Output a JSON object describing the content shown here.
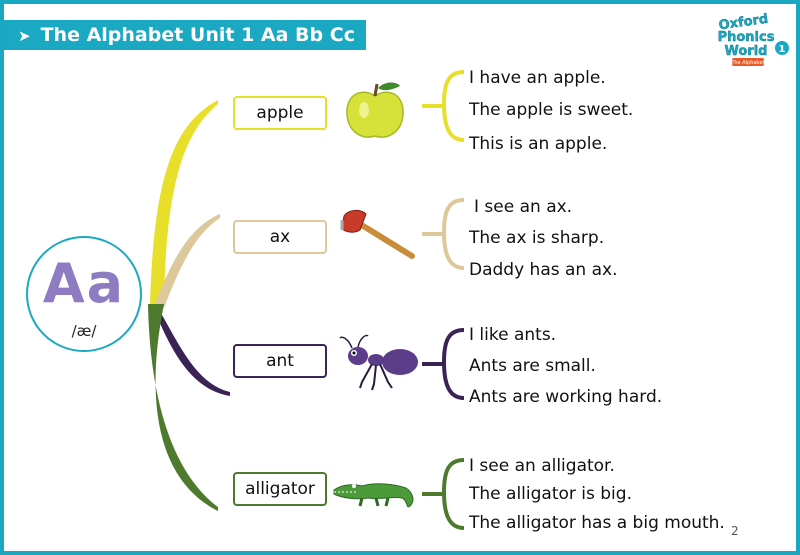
{
  "header": {
    "title": "The Alphabet  Unit 1 Aa Bb Cc",
    "arrow_icon": "arrowhead-icon"
  },
  "logo": {
    "line1": "Oxford",
    "line2": "Phonics",
    "line3": "World",
    "level": "1",
    "tag": "The Alphabet"
  },
  "letter": {
    "glyph": "Aa",
    "phonetic": "/æ/"
  },
  "branches": [
    {
      "word": "apple",
      "color": "#e8df2a",
      "icon": "apple-icon",
      "sentences": [
        "I have an apple.",
        "The apple is sweet.",
        "This is an apple."
      ]
    },
    {
      "word": "ax",
      "color": "#dcc89a",
      "icon": "axe-icon",
      "sentences": [
        "I see an ax.",
        "The ax is sharp.",
        "Daddy has an ax."
      ]
    },
    {
      "word": "ant",
      "color": "#3b2455",
      "icon": "ant-icon",
      "sentences": [
        "I like ants.",
        "Ants are small.",
        "Ants are working hard."
      ]
    },
    {
      "word": "alligator",
      "color": "#4e7a2e",
      "icon": "alligator-icon",
      "sentences": [
        "I see an alligator.",
        "The alligator is big.",
        "The alligator has a big mouth."
      ]
    }
  ],
  "page_number": "2",
  "colors": {
    "accent": "#1ba8c3",
    "letter": "#8e7cc3"
  }
}
